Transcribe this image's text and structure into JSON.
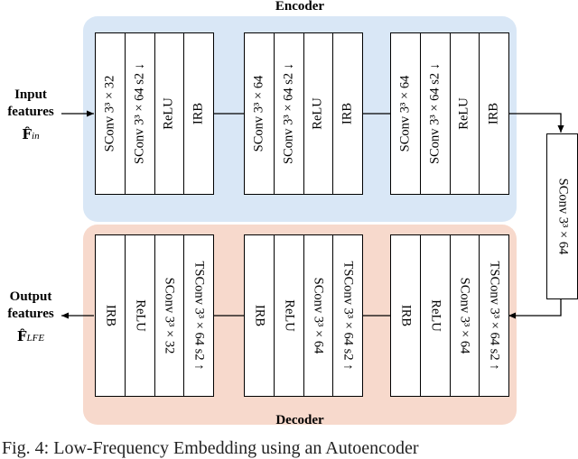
{
  "encoder": {
    "title": "Encoder",
    "blocks": [
      [
        "SConv 3³ × 32",
        "SConv 3³ × 64 s2 ↓",
        "ReLU",
        "IRB"
      ],
      [
        "SConv 3³ × 64",
        "SConv 3³ × 64 s2 ↓",
        "ReLU",
        "IRB"
      ],
      [
        "SConv 3³ × 64",
        "SConv 3³ × 64 s2 ↓",
        "ReLU",
        "IRB"
      ]
    ]
  },
  "bottleneck": {
    "label": "SConv 3³ × 64"
  },
  "decoder": {
    "title": "Decoder",
    "blocks": [
      [
        "IRB",
        "ReLU",
        "SConv 3³ × 32",
        "TSConv 3³ × 64 s2 ↑"
      ],
      [
        "IRB",
        "ReLU",
        "SConv 3³ × 64",
        "TSConv 3³ × 64 s2 ↑"
      ],
      [
        "IRB",
        "ReLU",
        "SConv 3³ × 64",
        "TSConv 3³ × 64 s2 ↑"
      ]
    ]
  },
  "input": {
    "line1": "Input",
    "line2": "features",
    "symbol": "F̂",
    "subscript": "in"
  },
  "output": {
    "line1": "Output",
    "line2": "features",
    "symbol": "F̂",
    "subscript": "LFE"
  },
  "caption": "Fig. 4: Low-Frequency Embedding using an Autoencoder"
}
